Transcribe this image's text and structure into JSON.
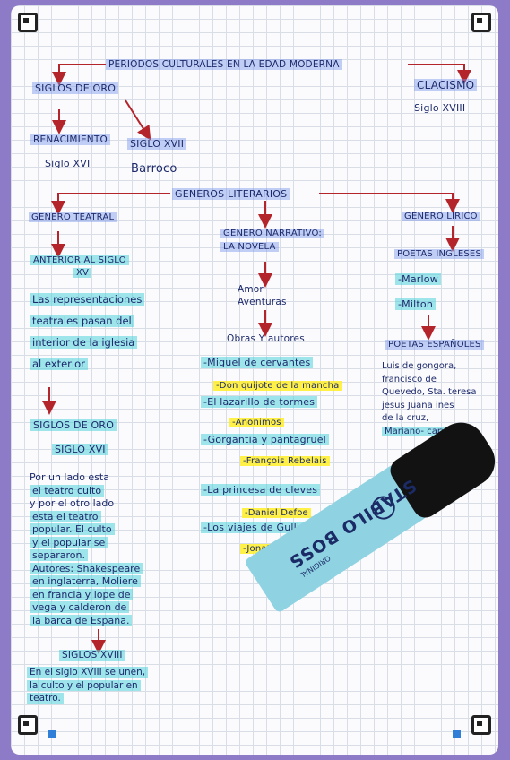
{
  "title": "PERIODOS CULTURALES EN LA EDAD MODERNA",
  "siglos_de_oro": "SIGLOS DE ORO",
  "clasicismo": "CLACISMO",
  "clasicismo_siglo": "Siglo XVIII",
  "renacimiento": "RENACIMIENTO",
  "renacimiento_siglo": "Siglo XVI",
  "siglo_xvii": "SIGLO XVII",
  "barroco": "Barroco",
  "generos": "GENEROS LITERARIOS",
  "teatral": {
    "heading": "GENERO TEATRAL",
    "anterior_line1": "ANTERIOR AL SIGLO",
    "anterior_line2": "XV",
    "rep_lines": [
      "Las representaciones",
      "teatrales pasan del",
      "interior de la iglesia",
      "al exterior"
    ],
    "siglos_de_oro": "SIGLOS DE ORO",
    "siglo_xvi": "SIGLO XVI",
    "desc_lines": [
      "Por un lado esta",
      "el teatro culto",
      "y por el otro lado",
      "esta el teatro",
      "popular. El culto",
      "y el popular se",
      "separaron.",
      "Autores: Shakespeare",
      "en inglaterra, Moliere",
      "en francia y lope de",
      "vega y calderon de",
      "la barca de España."
    ],
    "siglo_xviii": "SIGLOS XVIII",
    "final_lines": [
      "En el siglo XVIII se unen,",
      "la culto y el popular en",
      "teatro."
    ]
  },
  "narrativo": {
    "heading_line1": "GENERO NARRATIVO:",
    "heading_line2": "LA NOVELA",
    "amor": "Amor",
    "aventuras": "Aventuras",
    "obras": "Obras Y autores",
    "items": [
      {
        "work": "-Miguel de cervantes",
        "author": "-Don quijote de la mancha"
      },
      {
        "work": "-El lazarillo de tormes",
        "author": "-Anonimos"
      },
      {
        "work": "-Gorgantia y pantagruel",
        "author": "-François Rebelais"
      },
      {
        "work": "-La princesa de cleves",
        "author": "-Daniel Defoe"
      },
      {
        "work": "-Los viajes de Gulliver",
        "author": "-Jonatan Swift"
      }
    ]
  },
  "lirico": {
    "heading": "GENERO LIRICO",
    "poetas_ingleses": "POETAS INGLESES",
    "marlow": "-Marlow",
    "milton": "-Milton",
    "poetas_espanoles": "POETAS ESPAÑOLES",
    "esp_lines": [
      "Luis de gongora,",
      "francisco de",
      "Quevedo, Sta. teresa",
      "jesus Juana ines",
      "de la cruz,",
      "Mariano- carvajal"
    ]
  },
  "marker": {
    "brand": "STABILO BOSS",
    "sub": "ORIGINAL",
    "body_color": "#8fd3e3",
    "cap_color": "#121212"
  }
}
